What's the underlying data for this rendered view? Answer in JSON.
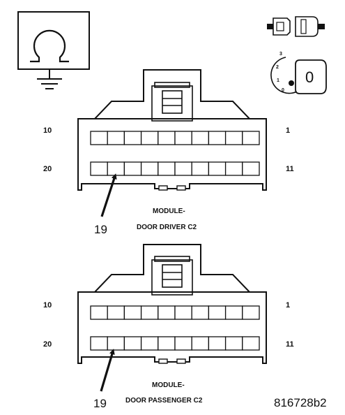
{
  "ohmmeter_icon": "ohm-ground-symbol-icon",
  "ignition_icons": {
    "connector_icon": "connector-disconnected-icon",
    "key_icon": "ignition-key-off-icon",
    "key_positions": [
      "3",
      "2",
      "1",
      "0"
    ],
    "key_value": "0"
  },
  "connectors": [
    {
      "pin_top_left": "10",
      "pin_top_right": "1",
      "pin_bottom_left": "20",
      "pin_bottom_right": "11",
      "callout": "19",
      "caption_line1": "MODULE-",
      "caption_line2": "DOOR DRIVER C2"
    },
    {
      "pin_top_left": "10",
      "pin_top_right": "1",
      "pin_bottom_left": "20",
      "pin_bottom_right": "11",
      "callout": "19",
      "caption_line1": "MODULE-",
      "caption_line2": "DOOR PASSENGER C2"
    }
  ],
  "figure_id": "816728b2"
}
